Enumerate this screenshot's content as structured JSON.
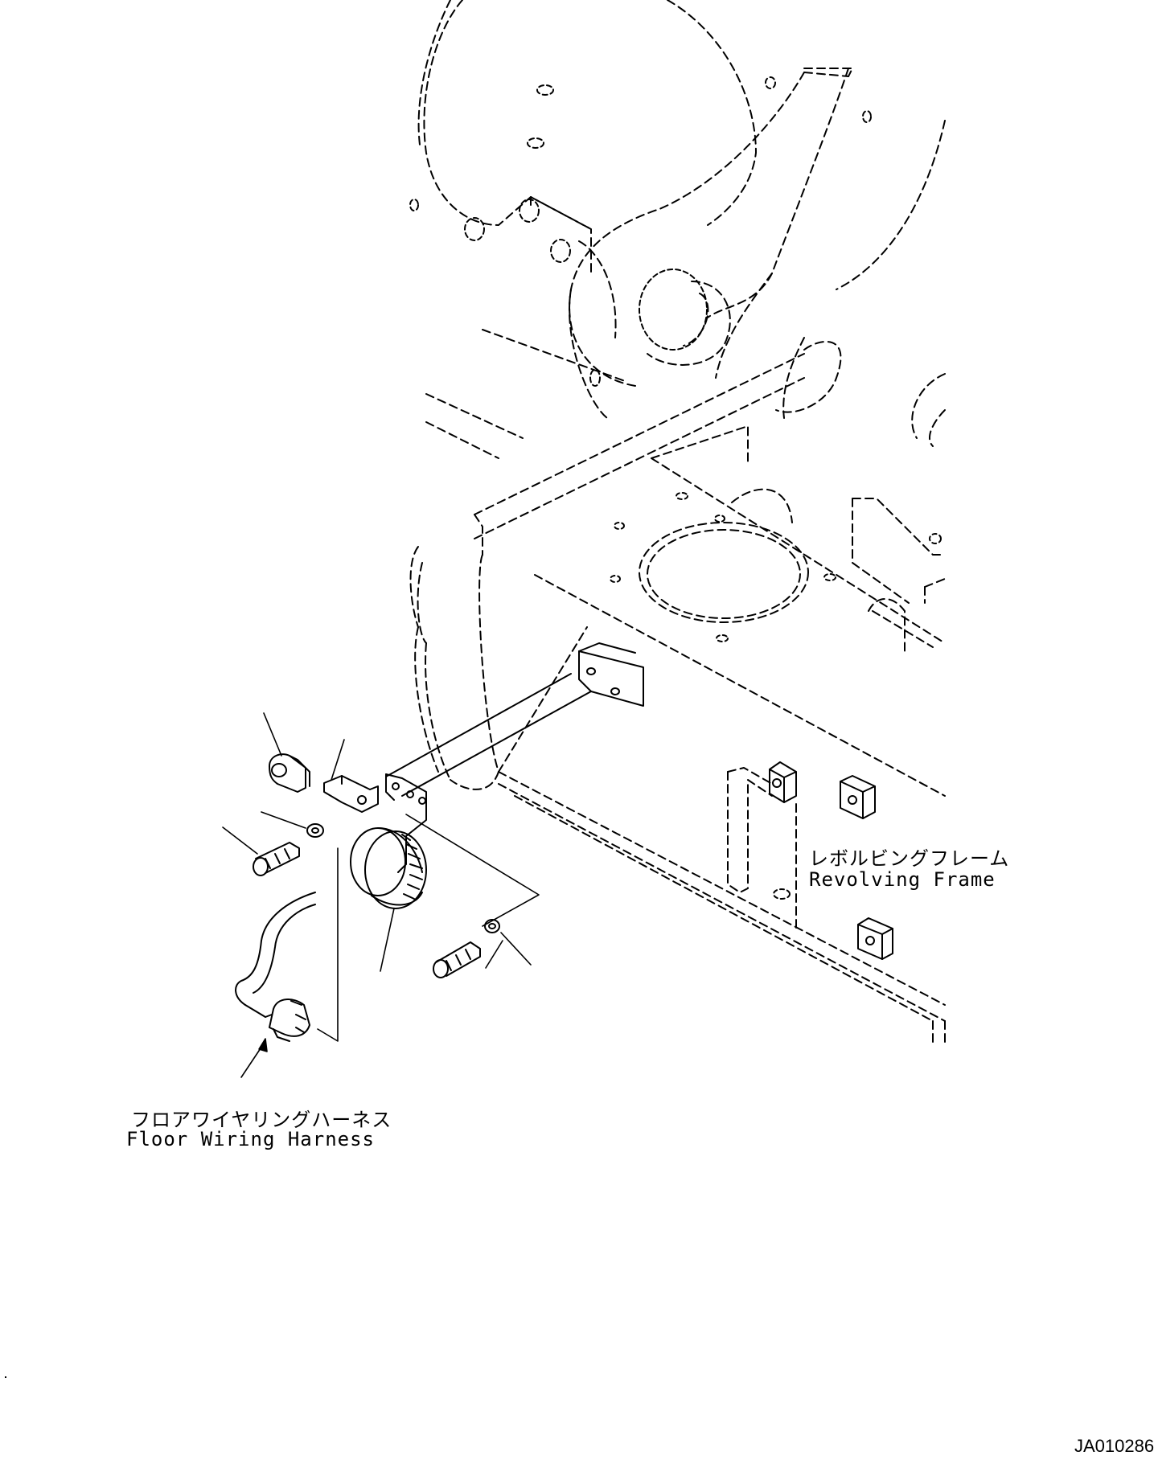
{
  "labels": {
    "frame_jp": "レボルビングフレーム",
    "frame_en": "Revolving Frame",
    "harness_jp": "フロアワイヤリングハーネス",
    "harness_en": "Floor Wiring Harness",
    "drawing_code": "JA010286"
  },
  "colors": {
    "line": "#000000",
    "background": "#ffffff"
  }
}
